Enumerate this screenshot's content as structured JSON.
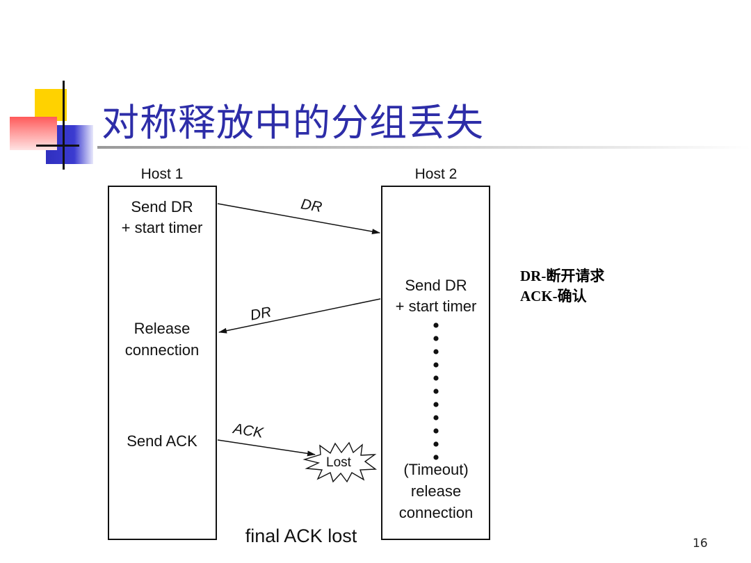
{
  "title": "对称释放中的分组丢失",
  "page_number": "16",
  "legend": {
    "line1": "DR-断开请求",
    "line2": "ACK-确认"
  },
  "diagram": {
    "host1_label": "Host 1",
    "host2_label": "Host 2",
    "h1_send_dr": "Send DR",
    "h1_start_timer": "+ start timer",
    "h1_release": "Release",
    "h1_connection": "connection",
    "h1_send_ack": "Send ACK",
    "h2_send_dr": "Send DR",
    "h2_start_timer": "+ start timer",
    "h2_timeout": "(Timeout)",
    "h2_release": "release",
    "h2_connection": "connection",
    "msg_dr_1": "DR",
    "msg_dr_2": "DR",
    "msg_ack": "ACK",
    "lost_label": "Lost",
    "caption": "final ACK lost"
  },
  "colors": {
    "title": "#2d2da8",
    "accent_yellow": "#ffd200",
    "accent_blue": "#3b3bd0",
    "accent_red": "#ff5a5a"
  }
}
